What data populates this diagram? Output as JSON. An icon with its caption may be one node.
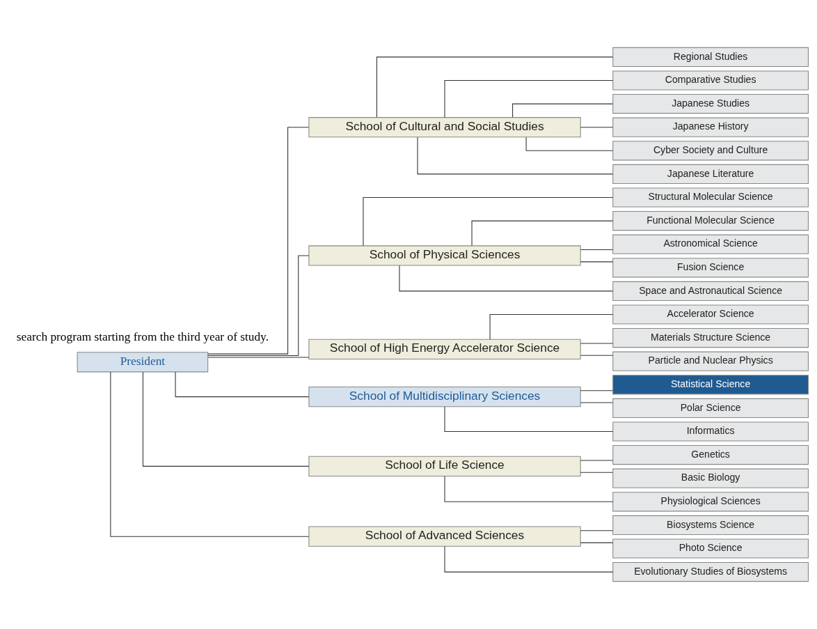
{
  "diagram": {
    "nodes": [
      {
        "text": [
          "President"
        ]
      },
      {
        "text": [
          "School of Cultural and Social Studies"
        ]
      },
      {
        "text": [
          "Regional Studies"
        ]
      },
      {
        "text": [
          "Comparative Studies"
        ]
      },
      {
        "text": [
          "Japanese Studies"
        ]
      },
      {
        "text": [
          "Japanese History"
        ]
      },
      {
        "text": [
          "Cyber Society and Culture"
        ]
      },
      {
        "text": [
          "Japanese Literature"
        ]
      },
      {
        "text": [
          "School of Physical Sciences"
        ]
      },
      {
        "text": [
          "Structural Molecular Science"
        ]
      },
      {
        "text": [
          "Functional Molecular Science"
        ]
      },
      {
        "text": [
          "Astronomical Science"
        ]
      },
      {
        "text": [
          "Fusion Science"
        ]
      },
      {
        "text": [
          "Space and Astronautical Science"
        ]
      },
      {
        "text": [
          "School of High Energy Accelerator Science"
        ]
      },
      {
        "text": [
          "Accelerator Science"
        ]
      },
      {
        "text": [
          "Materials Structure Science"
        ]
      },
      {
        "text": [
          "Particle and Nuclear Physics"
        ]
      },
      {
        "text": [
          "School of Multidisciplinary Sciences"
        ]
      },
      {
        "text": [
          "Statistical Science"
        ]
      },
      {
        "text": [
          "Polar Science"
        ]
      },
      {
        "text": [
          "Informatics"
        ]
      },
      {
        "text": [
          "School of Life Science"
        ]
      },
      {
        "text": [
          "Genetics"
        ]
      },
      {
        "text": [
          "Basic Biology"
        ]
      },
      {
        "text": [
          "Physiological Sciences"
        ]
      },
      {
        "text": [
          "School of Advanced Sciences"
        ]
      },
      {
        "text": [
          "Biosystems Science"
        ]
      },
      {
        "text": [
          "Photo Science"
        ]
      },
      {
        "text": [
          "Evolutionary Studies of Biosystems"
        ]
      }
    ],
    "edges": [
      {
        "from": 0,
        "to": 1,
        "arrow": "none"
      },
      {
        "from": 1,
        "to": 2,
        "arrow": "none"
      },
      {
        "from": 1,
        "to": 3,
        "arrow": "none"
      },
      {
        "from": 1,
        "to": 4,
        "arrow": "none"
      },
      {
        "from": 1,
        "to": 5,
        "arrow": "none"
      },
      {
        "from": 1,
        "to": 6,
        "arrow": "none"
      },
      {
        "from": 1,
        "to": 7,
        "arrow": "none"
      },
      {
        "from": 0,
        "to": 8,
        "arrow": "none"
      },
      {
        "from": 8,
        "to": 9,
        "arrow": "none"
      },
      {
        "from": 8,
        "to": 10,
        "arrow": "none"
      },
      {
        "from": 8,
        "to": 11,
        "arrow": "none"
      },
      {
        "from": 8,
        "to": 12,
        "arrow": "none"
      },
      {
        "from": 8,
        "to": 13,
        "arrow": "none"
      },
      {
        "from": 0,
        "to": 14,
        "arrow": "none"
      },
      {
        "from": 14,
        "to": 15,
        "arrow": "none"
      },
      {
        "from": 14,
        "to": 16,
        "arrow": "none"
      },
      {
        "from": 14,
        "to": 17,
        "arrow": "none"
      },
      {
        "from": 0,
        "to": 18,
        "arrow": "none"
      },
      {
        "from": 18,
        "to": 19,
        "arrow": "none"
      },
      {
        "from": 18,
        "to": 20,
        "arrow": "none"
      },
      {
        "from": 18,
        "to": 21,
        "arrow": "none"
      },
      {
        "from": 0,
        "to": 22,
        "arrow": "none"
      },
      {
        "from": 22,
        "to": 23,
        "arrow": "none"
      },
      {
        "from": 22,
        "to": 24,
        "arrow": "none"
      },
      {
        "from": 22,
        "to": 25,
        "arrow": "none"
      },
      {
        "from": 0,
        "to": 26,
        "arrow": "none"
      },
      {
        "from": 26,
        "to": 27,
        "arrow": "none"
      },
      {
        "from": 26,
        "to": 28,
        "arrow": "none"
      },
      {
        "from": 26,
        "to": 29,
        "arrow": "none"
      }
    ],
    "labels": [
      "search program starting from the third year of study."
    ]
  }
}
